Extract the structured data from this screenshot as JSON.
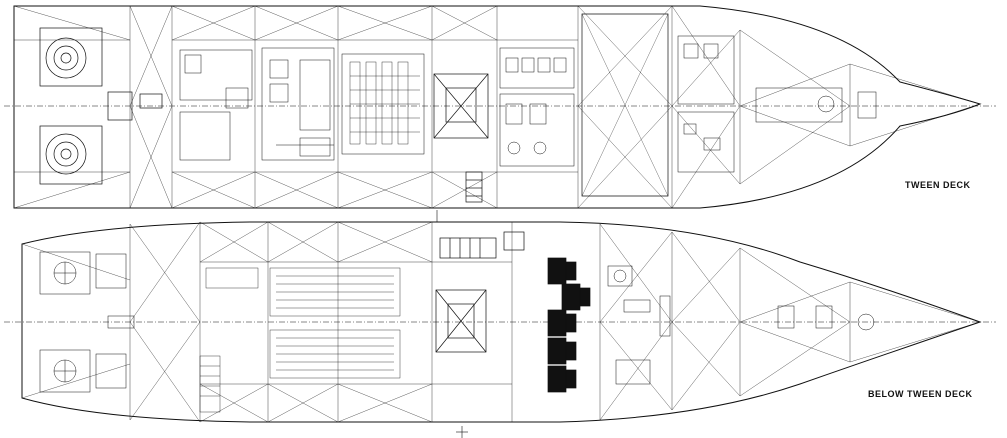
{
  "drawing": {
    "type": "general-arrangement-plan",
    "line_color": "#111111",
    "background": "#ffffff",
    "decks": [
      {
        "key": "tween",
        "label": "TWEEN DECK"
      },
      {
        "key": "below",
        "label": "BELOW TWEEN DECK"
      }
    ]
  }
}
